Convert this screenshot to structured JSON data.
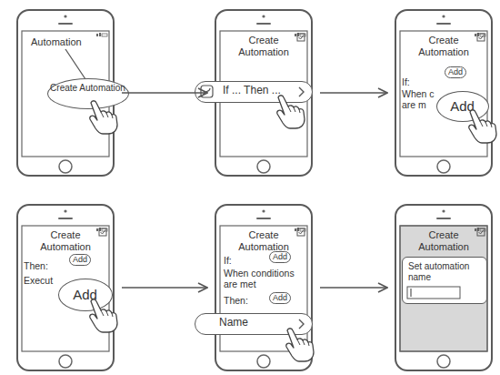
{
  "diagram": {
    "nodes": [
      {
        "text": [
          "Automation"
        ]
      },
      {
        "text": [
          "Create Automation"
        ],
        "in": 0
      },
      {
        "text": [
          "Create Automation"
        ]
      },
      {
        "text": [
          "If ... Then ..."
        ],
        "in": 2
      },
      {
        "text": [
          "Create Automation",
          "If:",
          "When c are m"
        ]
      },
      {
        "text": [
          "Add"
        ],
        "in": 4
      },
      {
        "text": [
          "Add"
        ],
        "in": 4
      },
      {
        "text": [
          "Create Automation",
          "Then:",
          "Execut"
        ]
      },
      {
        "text": [
          "Add"
        ],
        "in": 7
      },
      {
        "text": [
          "Add"
        ],
        "in": 7
      },
      {
        "text": [
          "Create Automation",
          "If:",
          "When conditions are met",
          "Then:"
        ]
      },
      {
        "text": [
          "Add"
        ],
        "in": 10
      },
      {
        "text": [
          "Add"
        ],
        "in": 10
      },
      {
        "text": [
          "Name"
        ],
        "in": 10
      },
      {
        "text": [
          "Create Automation"
        ]
      },
      {
        "text": [
          "Set automation name"
        ],
        "in": 14
      }
    ],
    "edges": [
      {
        "from": 0,
        "to": 2,
        "arrow": "to"
      },
      {
        "from": 2,
        "to": 4,
        "arrow": "to"
      },
      {
        "from": 7,
        "to": 10,
        "arrow": "to"
      },
      {
        "from": 10,
        "to": 14,
        "arrow": "to"
      }
    ]
  }
}
